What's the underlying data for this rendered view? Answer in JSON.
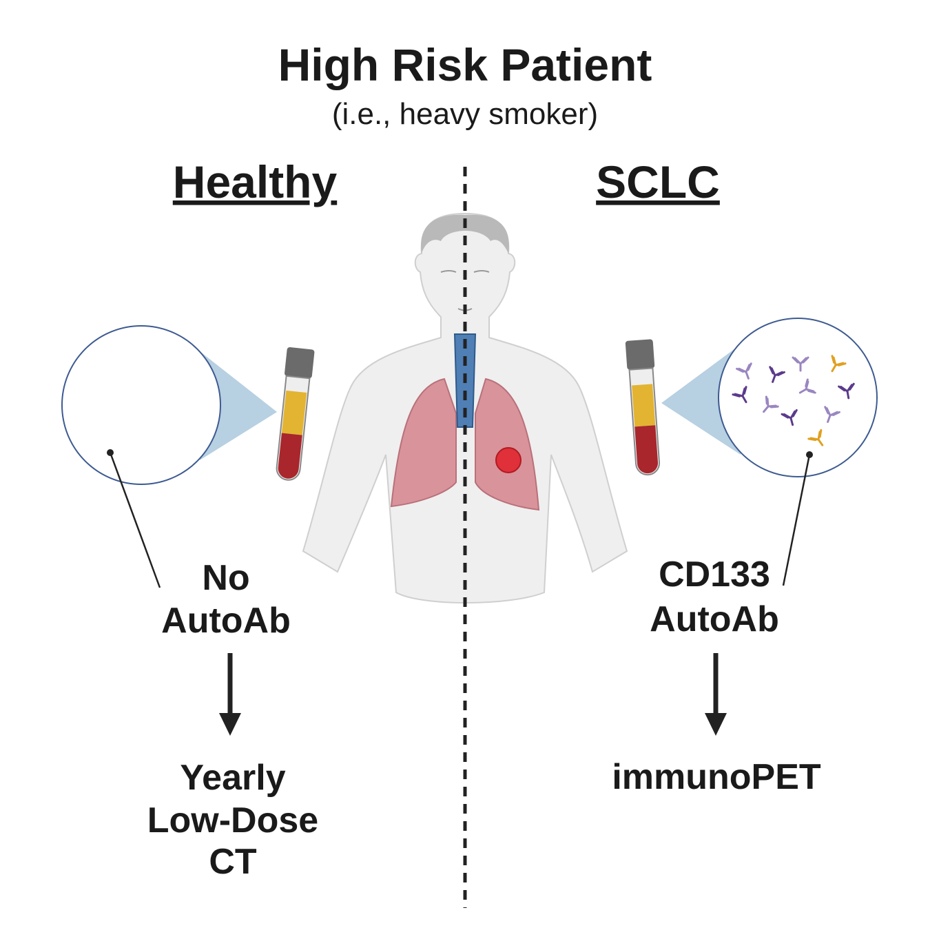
{
  "title": "High Risk Patient",
  "subtitle": "(i.e., heavy smoker)",
  "left": {
    "heading": "Healthy",
    "result_line1": "No",
    "result_line2": "AutoAb",
    "outcome_line1": "Yearly",
    "outcome_line2": "Low-Dose",
    "outcome_line3": "CT"
  },
  "right": {
    "heading": "SCLC",
    "result_line1": "CD133",
    "result_line2": "AutoAb",
    "outcome_line1": "immunoPET"
  },
  "colors": {
    "antibody_purple": "#5b3a8c",
    "antibody_light_purple": "#9a86c0",
    "antibody_orange": "#e0a020",
    "lung": "#d9939a",
    "tumor": "#e0303a",
    "trachea": "#4f7fb5",
    "plasma": "#e3b431",
    "blood": "#a8262c",
    "magnifier": "#b7d0e2",
    "circle_stroke": "#3d5a91"
  }
}
